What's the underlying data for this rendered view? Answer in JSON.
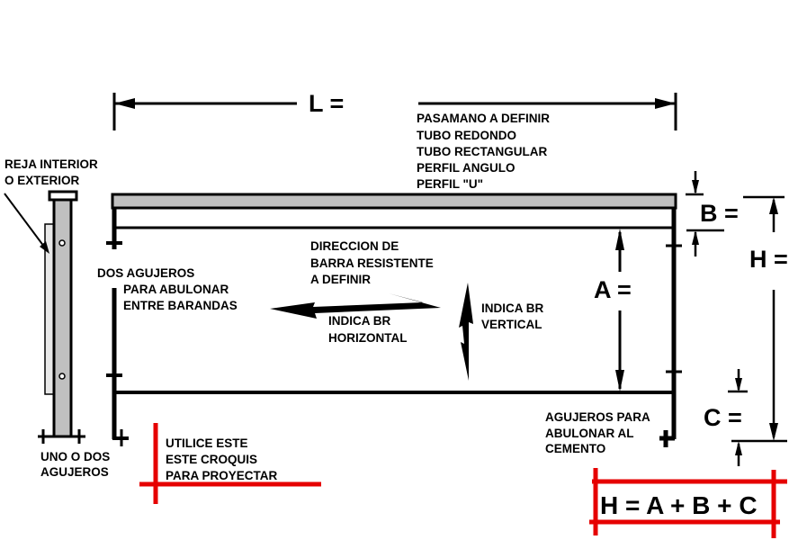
{
  "dimensions": {
    "length_label": "L =",
    "a_label": "A =",
    "b_label": "B =",
    "c_label": "C =",
    "h_label": "H =",
    "formula": "H = A + B + C"
  },
  "handrail_note": [
    "PASAMANO A DEFINIR",
    "TUBO REDONDO",
    "TUBO RECTANGULAR",
    "PERFIL ANGULO",
    "PERFIL \"U\""
  ],
  "post_note": [
    "REJA INTERIOR",
    "O EXTERIOR"
  ],
  "post_holes_note": [
    "UNO O DOS",
    "AGUJEROS"
  ],
  "bolt_note": [
    "DOS AGUJEROS",
    "PARA ABULONAR",
    "ENTRE BARANDAS"
  ],
  "direction_note": [
    "DIRECCION DE",
    "BARRA RESISTENTE",
    "A DEFINIR"
  ],
  "horizontal_note": [
    "INDICA BR",
    "HORIZONTAL"
  ],
  "vertical_note": [
    "INDICA BR",
    "VERTICAL"
  ],
  "cement_note": [
    "AGUJEROS PARA",
    "ABULONAR AL",
    "CEMENTO"
  ],
  "usage_note": [
    "UTILICE ESTE",
    "ESTE CROQUIS",
    "PARA PROYECTAR"
  ],
  "colors": {
    "ink": "#000000",
    "rail": "#c0c0c0",
    "accent": "#e60000"
  }
}
